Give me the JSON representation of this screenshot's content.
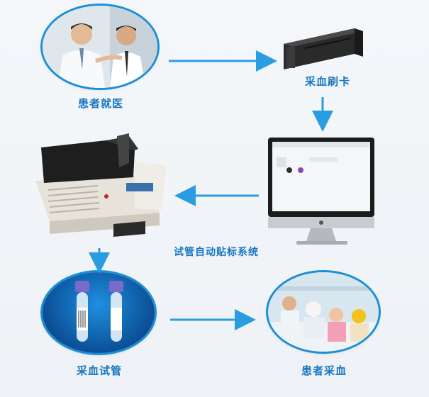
{
  "steps": {
    "patient_visit": {
      "label": "患者就医"
    },
    "card_swipe": {
      "label": "采血刷卡"
    },
    "labeling_system": {
      "label": "试管自动贴标系统"
    },
    "blood_tubes": {
      "label": "采血试管"
    },
    "patient_blood_draw": {
      "label": "患者采血"
    }
  },
  "colors": {
    "arrow": "#2a9de0",
    "label": "#1676c2",
    "oval_ring": "#1b8fd6"
  },
  "icons": [
    "doctor-patient-photo",
    "card-reader-icon",
    "labeling-machine-icon",
    "monitor-icon",
    "blood-tube-icon",
    "blood-draw-photo"
  ]
}
